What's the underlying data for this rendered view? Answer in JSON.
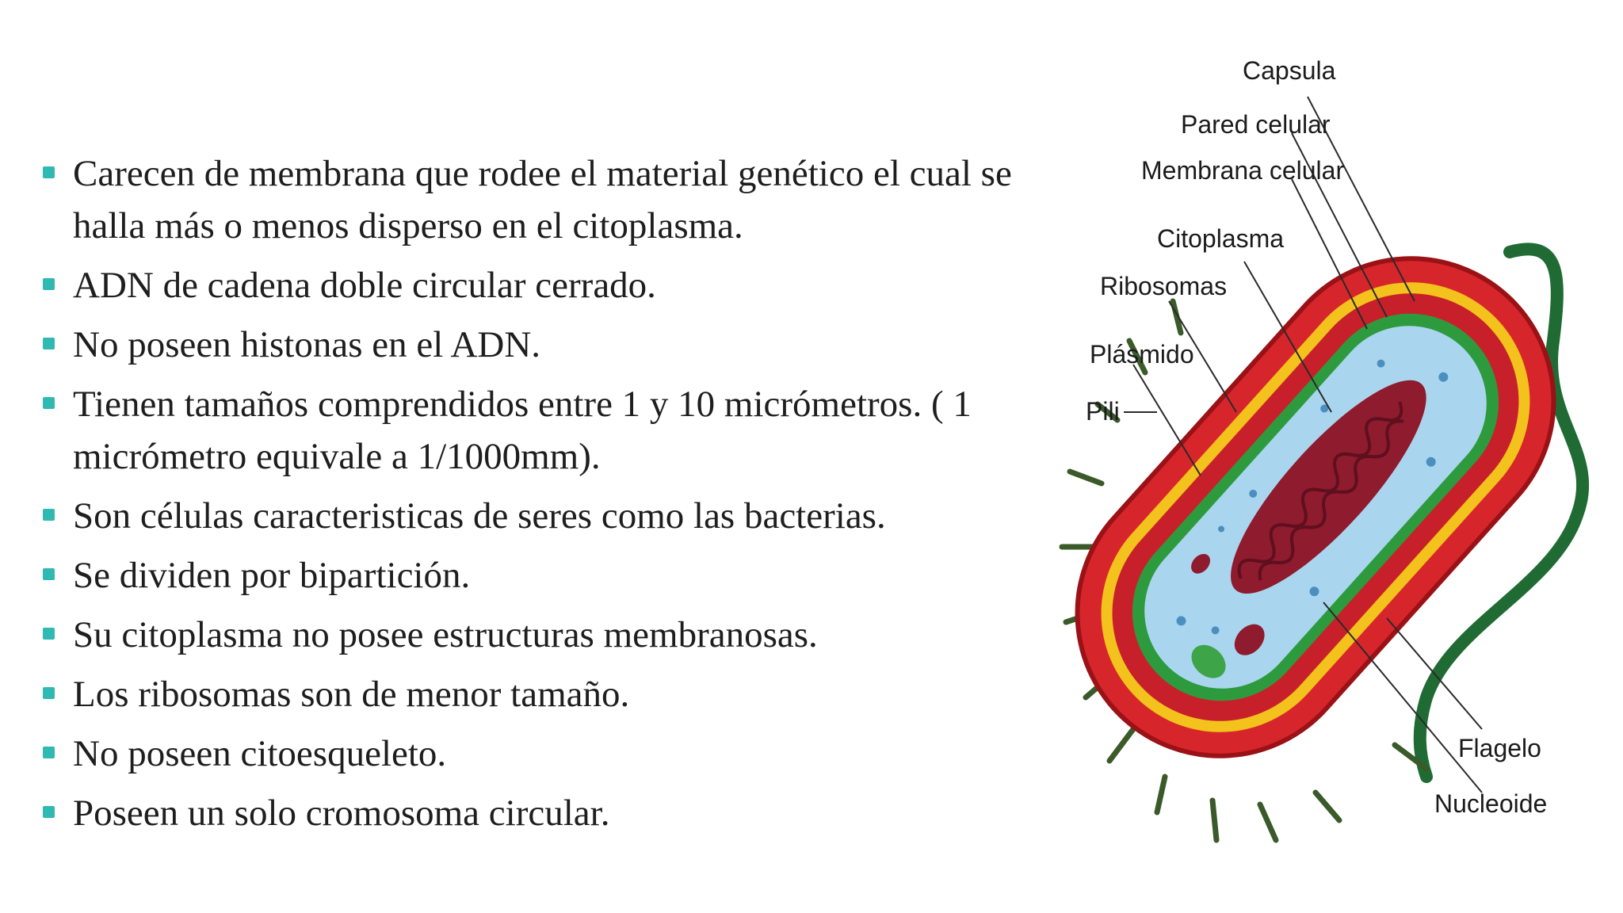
{
  "bullets": [
    "Carecen de membrana que rodee el material genético el cual se halla más o menos disperso en el citoplasma.",
    "ADN de cadena doble circular cerrado.",
    "No poseen histonas en el ADN.",
    "Tienen tamaños comprendidos entre 1 y 10 micrómetros. ( 1 micrómetro equivale a 1/1000mm).",
    "Son células caracteristicas de seres como las bacterias.",
    "Se dividen por bipartición.",
    "Su citoplasma no posee estructuras membranosas.",
    "Los ribosomas son de menor tamaño.",
    "No poseen citoesqueleto.",
    "Poseen un solo cromosoma circular."
  ],
  "diagram": {
    "labels": {
      "capsula": "Capsula",
      "pared": "Pared celular",
      "membrana": "Membrana celular",
      "citoplasma": "Citoplasma",
      "ribosomas": "Ribosomas",
      "plasmido": "Plásmido",
      "pili": "Pili",
      "flagelo": "Flagelo",
      "nucleoide": "Nucleoide"
    }
  },
  "colors": {
    "bullet": "#2fb9b2",
    "capsule_red": "#d7252c",
    "cell_wall_yellow": "#f4c21c",
    "membrane_green": "#2e9a3e",
    "cytoplasm_blue": "#a9d6ee",
    "nucleoid_maroon": "#8e1b2e",
    "flagellum_green": "#1f6b33"
  }
}
